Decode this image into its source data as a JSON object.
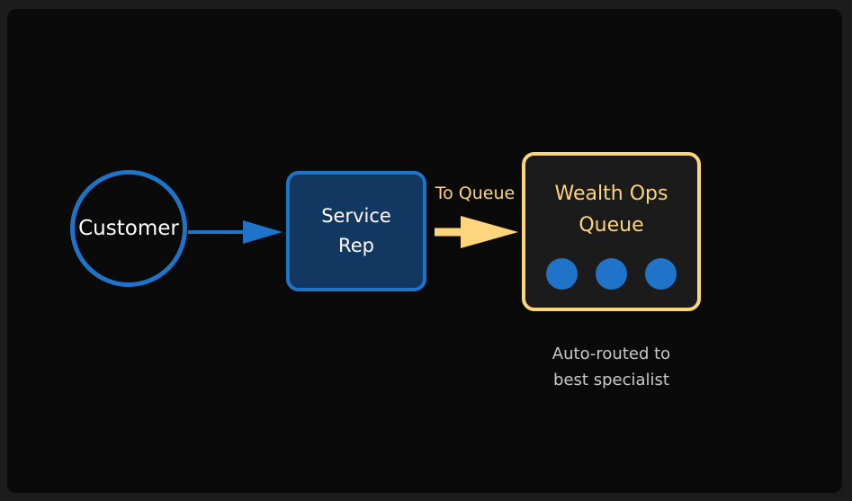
{
  "nodes": {
    "customer": {
      "label": "Customer"
    },
    "service_rep": {
      "label": "Service Rep"
    },
    "queue": {
      "title": "Wealth Ops Queue",
      "caption": "Auto-routed to best specialist"
    }
  },
  "edges": {
    "rep_to_queue": {
      "label": "To Queue"
    }
  },
  "colors": {
    "blue": "#1f74c9",
    "navy_fill": "#123760",
    "gold": "#fdd57c",
    "caption": "#c9c9c9"
  },
  "icons": {
    "queue_slots": [
      "agent-dot",
      "agent-dot",
      "agent-dot"
    ]
  }
}
